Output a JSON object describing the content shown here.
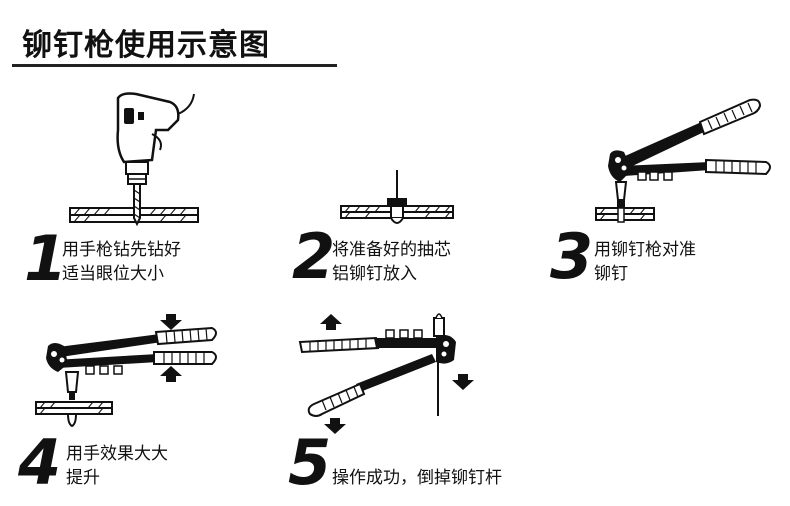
{
  "title": "铆钉枪使用示意图",
  "steps": [
    {
      "number": "1",
      "line1": "用手枪钻先钻好",
      "line2": "适当眼位大小"
    },
    {
      "number": "2",
      "line1": "将准备好的抽芯",
      "line2": "铝铆钉放入"
    },
    {
      "number": "3",
      "line1": "用铆钉枪对准",
      "line2": "铆钉"
    },
    {
      "number": "4",
      "line1": "用手效果大大",
      "line2": "提升"
    },
    {
      "number": "5",
      "line1": "操作成功，倒掉铆钉杆",
      "line2": ""
    }
  ],
  "colors": {
    "ink": "#111111",
    "background": "#ffffff"
  },
  "icons": [
    "hand-drill-icon",
    "rivet-icon",
    "rivet-gun-icon",
    "arrow-icon"
  ]
}
